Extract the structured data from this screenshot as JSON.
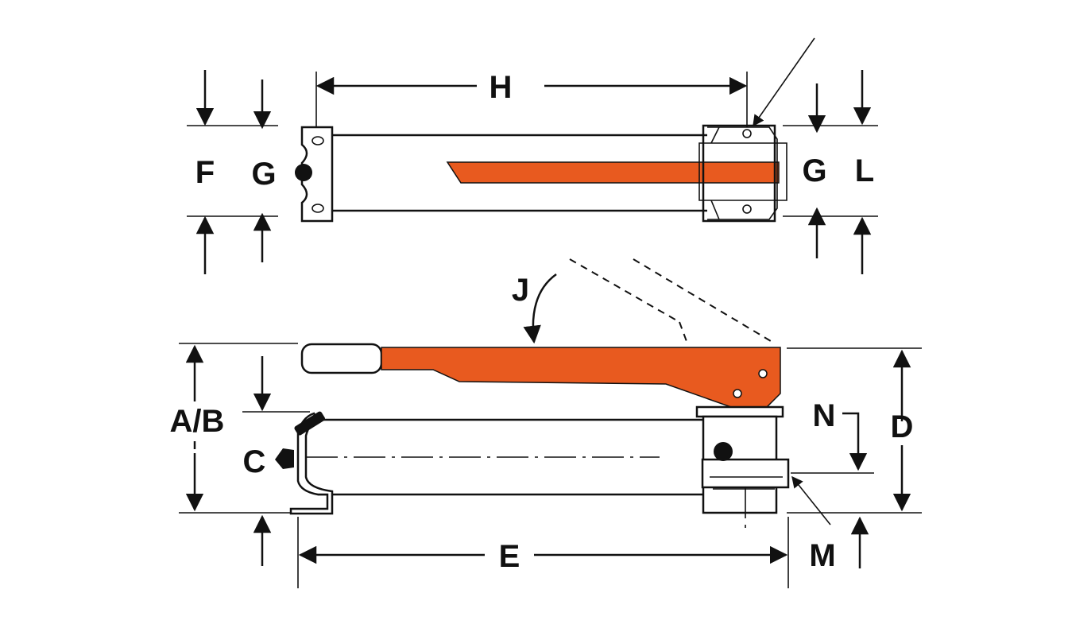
{
  "colors": {
    "handle": "#e85a1f",
    "line": "#111111",
    "background": "#ffffff"
  },
  "labels": {
    "H": "H",
    "F": "F",
    "G_left": "G",
    "G_right": "G",
    "L": "L",
    "J": "J",
    "AB": "A/B",
    "C": "C",
    "D": "D",
    "N": "N",
    "E": "E",
    "M": "M"
  }
}
